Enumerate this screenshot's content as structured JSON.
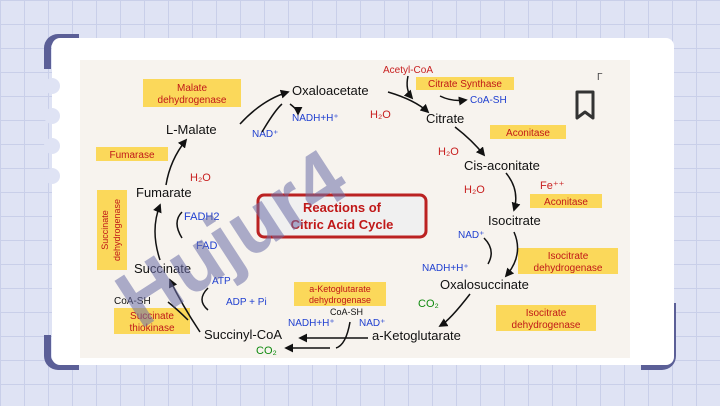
{
  "diagram": {
    "title_line1": "Reactions of",
    "title_line2": "Citric Acid Cycle",
    "metabolites": {
      "acetyl_coa": "Acetyl-CoA",
      "oxaloacetate": "Oxaloacetate",
      "citrate": "Citrate",
      "cis_aconitate": "Cis-aconitate",
      "isocitrate": "Isocitrate",
      "oxalosuccinate": "Oxalosuccinate",
      "a_ketoglutarate": "a-Ketoglutarate",
      "succinyl_coa": "Succinyl-CoA",
      "succinate": "Succinate",
      "fumarate": "Fumarate",
      "l_malate": "L-Malate"
    },
    "enzymes": {
      "citrate_synthase": "Citrate Synthase",
      "aconitase_1": "Aconitase",
      "aconitase_2": "Aconitase",
      "isocitrate_dh_1_line1": "Isocitrate",
      "isocitrate_dh_1_line2": "dehydrogenase",
      "isocitrate_dh_2_line1": "Isocitrate",
      "isocitrate_dh_2_line2": "dehydrogenase",
      "akg_dh_line1": "a-Ketoglutarate",
      "akg_dh_line2": "dehydrogenase",
      "succinate_thiokinase_line1": "Succinate",
      "succinate_thiokinase_line2": "thiokinase",
      "succinate_dh_line1": "Succinate",
      "succinate_dh_line2": "dehydrogenase",
      "fumarase": "Fumarase",
      "malate_dh_line1": "Malate",
      "malate_dh_line2": "dehydrogenase"
    },
    "cofactors": {
      "coa_sh_top": "CoA-SH",
      "h2o_citrate": "H₂O",
      "h2o_cis": "H₂O",
      "h2o_isocitrate": "H₂O",
      "fe": "Fe⁺⁺",
      "nad_iso": "NAD⁺",
      "nadh_iso": "NADH+H⁺",
      "co2_oxalo": "CO₂",
      "coa_sh_akg": "CoA-SH",
      "nad_akg": "NAD⁺",
      "nadh_akg": "NADH+H⁺",
      "co2_bottom": "CO₂",
      "atp": "ATP",
      "adp_pi": "ADP + Pi",
      "coa_sh_left": "CoA-SH",
      "fadh2": "FADH2",
      "fad": "FAD",
      "h2o_fumarate": "H₂O",
      "nad_malate": "NAD⁺",
      "nadh_malate": "NADH+H⁺"
    },
    "watermark": "Hujur4",
    "corner_mark": "Γ"
  },
  "colors": {
    "enzyme_box": "#fbd85a",
    "enzyme_text": "#c01818",
    "metabolite_text": "#111111",
    "cofactor_blue": "#1f3fd0",
    "cofactor_red": "#c82020",
    "cofactor_green": "#0f8a0f",
    "frame": "#5b5f97",
    "watermark": "#6d6fa8"
  },
  "icons": {
    "bookmark": "bookmark-icon"
  }
}
